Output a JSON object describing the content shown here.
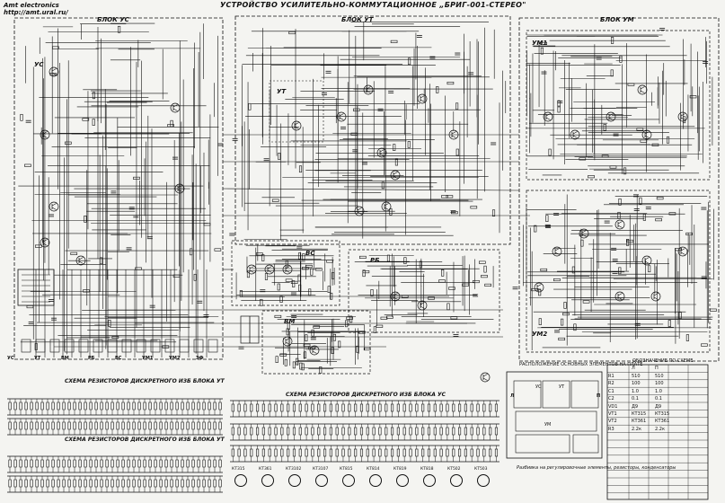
{
  "header": {
    "brand": "Amt electronics",
    "url": "http://amt.ural.ru/"
  },
  "title": "УСТРОЙСТВО УСИЛИТЕЛЬНО-КОММУТАЦИОННОЕ „БРИГ-001-СТЕРЕО\"",
  "blocks": {
    "us": "БЛОК УС",
    "ut": "БЛОК УТ",
    "um": "БЛОК УМ",
    "um1": "УМ1",
    "um2": "УМ2",
    "vs": "ВС",
    "rb": "РБ",
    "vm": "ВМ",
    "us_short": "УС",
    "ut_short": "УТ"
  },
  "captions": {
    "diskret_ut_1": "СХЕМА РЕЗИСТОРОВ ДИСКРЕТНОГО ИЗБ БЛОКА УТ",
    "diskret_ut_2": "СХЕМА РЕЗИСТОРОВ ДИСКРЕТНОГО ИЗБ БЛОКА УТ",
    "diskret_us": "СХЕМА РЕЗИСТОРОВ ДИСКРЕТНОГО ИЗБ БЛОКА УС",
    "placement": "РАСПОЛОЖЕНИЕ ОСНОВНЫХ ЭЛЕМЕНТОВ НА ПЛАТЕ",
    "legend": "ОБОЗНАЧЕНИЕ ПО СХЕМЕ",
    "note": "Разбивка на регулировочные элементы, резисторы, конденсаторы"
  },
  "panel_labels": {
    "ear_l": "Л",
    "ear_r": "П",
    "us_c": "УС",
    "ut_c": "УТ",
    "um_c": "УМ"
  },
  "pin_labels": [
    "УС",
    "УТ",
    "ВМ",
    "РБ",
    "ВС",
    "УМ1",
    "УМ2",
    "ЭФ"
  ],
  "bottom_parts": [
    "КТ315",
    "КТ361",
    "КТ3102",
    "КТ3107",
    "КТ815",
    "КТ814",
    "КТ819",
    "КТ818",
    "КТ502",
    "КТ503"
  ],
  "table": {
    "cols": [
      "",
      "Л",
      "П"
    ],
    "rows": [
      [
        "R1",
        "510",
        "510"
      ],
      [
        "R2",
        "100",
        "100"
      ],
      [
        "C1",
        "1.0",
        "1.0"
      ],
      [
        "C2",
        "0.1",
        "0.1"
      ],
      [
        "VD1",
        "Д9",
        "Д9"
      ],
      [
        "VT1",
        "КТ315",
        "КТ315"
      ],
      [
        "VT2",
        "КТ361",
        "КТ361"
      ],
      [
        "R3",
        "2.2к",
        "2.2к"
      ]
    ]
  },
  "colors": {
    "ink": "#111111",
    "paper": "#f4f4f1"
  }
}
